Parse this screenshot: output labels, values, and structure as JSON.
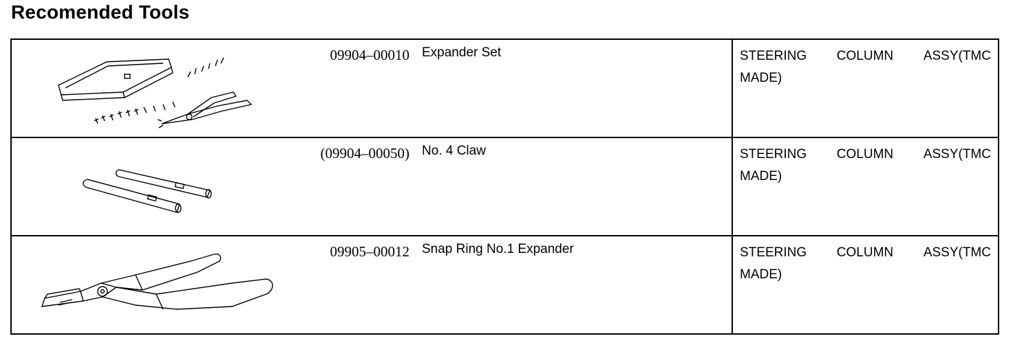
{
  "page": {
    "title": "Recomended Tools"
  },
  "tools": [
    {
      "part_no": "09904–00010",
      "name": "Expander Set",
      "application_words": [
        "STEERING",
        "COLUMN",
        "ASSY(TMC"
      ],
      "application_rest": "MADE)",
      "illustration": "expander-set-icon"
    },
    {
      "part_no": "(09904–00050)",
      "name": "No. 4 Claw",
      "application_words": [
        "STEERING",
        "COLUMN",
        "ASSY(TMC"
      ],
      "application_rest": "MADE)",
      "illustration": "claw-icon"
    },
    {
      "part_no": "09905–00012",
      "name": "Snap Ring No.1 Expander",
      "application_words": [
        "STEERING",
        "COLUMN",
        "ASSY(TMC"
      ],
      "application_rest": "MADE)",
      "illustration": "snap-ring-expander-icon"
    }
  ]
}
